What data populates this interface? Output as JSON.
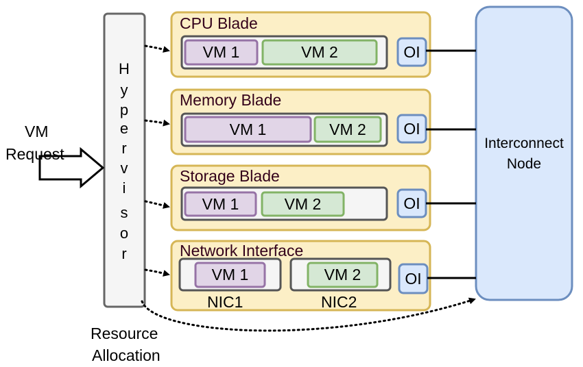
{
  "left_input": {
    "line1": "VM",
    "line2": "Request"
  },
  "hypervisor": {
    "letters": [
      "H",
      "y",
      "p",
      "e",
      "r",
      "v",
      "i",
      "s",
      "o",
      "r"
    ]
  },
  "blades": [
    {
      "title": "CPU Blade",
      "vm1": "VM 1",
      "vm2": "VM 2",
      "oi": "OI"
    },
    {
      "title": "Memory Blade",
      "vm1": "VM 1",
      "vm2": "VM 2",
      "oi": "OI"
    },
    {
      "title": "Storage Blade",
      "vm1": "VM 1",
      "vm2": "VM 2",
      "oi": "OI"
    },
    {
      "title": "Network Interface",
      "vm1": "VM 1",
      "vm2": "VM 2",
      "oi": "OI",
      "nic1": "NIC1",
      "nic2": "NIC2"
    }
  ],
  "interconnect": {
    "line1": "Interconnect",
    "line2": "Node"
  },
  "bottom_label": {
    "line1": "Resource",
    "line2": "Allocation"
  },
  "colors": {
    "blade_fill": "#fcefc6",
    "blade_stroke": "#d6b656",
    "vm1_fill": "#e1d5e7",
    "vm1_stroke": "#9673a6",
    "vm2_fill": "#d5e8d4",
    "vm2_stroke": "#82b366",
    "oi_fill": "#dae8fc",
    "oi_stroke": "#6c8ebf",
    "hypervisor_fill": "#f5f5f5",
    "hypervisor_stroke": "#666666",
    "container_fill": "#f5f5f5",
    "container_stroke": "#555555"
  }
}
